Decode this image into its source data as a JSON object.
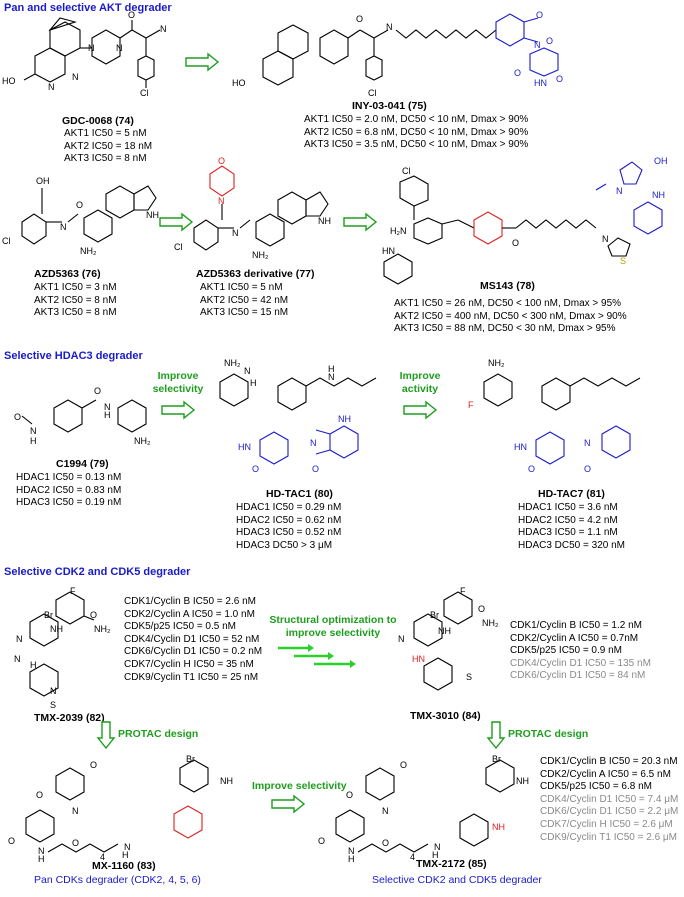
{
  "sections": {
    "akt": "Pan and selective  AKT degrader",
    "hdac3": "Selective  HDAC3 degrader",
    "cdk": "Selective  CDK2 and CDK5 degrader"
  },
  "compounds": {
    "c74": {
      "name": "GDC-0068",
      "num": "74",
      "props": [
        "AKT1 IC50 = 5 nM",
        "AKT2 IC50 = 18 nM",
        "AKT3 IC50 = 8 nM"
      ]
    },
    "c75": {
      "name": "INY-03-041",
      "num": "75",
      "props": [
        "AKT1 IC50 = 2.0 nM, DC50 < 10 nM, Dmax > 90%",
        "AKT2 IC50 = 6.8 nM, DC50 < 10 nM, Dmax > 90%",
        "AKT3 IC50 = 3.5 nM, DC50 < 10 nM, Dmax > 90%"
      ]
    },
    "c76": {
      "name": "AZD5363",
      "num": "76",
      "props": [
        "AKT1 IC50 = 3 nM",
        "AKT2 IC50 = 8 nM",
        "AKT3 IC50 = 8 nM"
      ]
    },
    "c77": {
      "name": "AZD5363 derivative",
      "num": "77",
      "props": [
        "AKT1 IC50 = 5 nM",
        "AKT2 IC50 = 42 nM",
        "AKT3 IC50 = 15 nM"
      ]
    },
    "c78": {
      "name": "MS143",
      "num": "78",
      "props": [
        "AKT1 IC50 = 26 nM, DC50 < 100 nM, Dmax > 95%",
        "AKT2 IC50 = 400 nM, DC50 < 300 nM, Dmax > 90%",
        "AKT3 IC50 = 88 nM, DC50 < 30 nM, Dmax > 95%"
      ]
    },
    "c79": {
      "name": "C1994",
      "num": "79",
      "props": [
        "HDAC1 IC50 = 0.13 nM",
        "HDAC2 IC50 = 0.83 nM",
        "HDAC3 IC50 = 0.19 nM"
      ]
    },
    "c80": {
      "name": "HD-TAC1",
      "num": "80",
      "props": [
        "HDAC1 IC50 = 0.29 nM",
        "HDAC2 IC50 = 0.62 nM",
        "HDAC3 IC50 = 0.52 nM",
        "HDAC3  DC50 > 3 μM"
      ]
    },
    "c81": {
      "name": "HD-TAC7",
      "num": "81",
      "props": [
        "HDAC1 IC50 = 3.6 nM",
        "HDAC2 IC50 = 4.2 nM",
        "HDAC3 IC50 = 1.1 nM",
        "HDAC3 DC50 = 320 nM"
      ]
    },
    "c82": {
      "name": "TMX-2039",
      "num": "82",
      "props": [
        "CDK1/Cyclin B IC50 = 2.6 nM",
        "CDK2/Cyclin A IC50 = 1.0 nM",
        "CDK5/p25 IC50 = 0.5 nM",
        "CDK4/Cyclin D1 IC50 = 52 nM",
        "CDK6/Cyclin D1 IC50 = 0.2 nM",
        "CDK7/Cyclin H IC50 = 35 nM",
        "CDK9/Cyclin T1 IC50 = 25 nM"
      ]
    },
    "c84": {
      "name": "TMX-3010",
      "num": "84",
      "props": [
        "CDK1/Cyclin B IC50 = 1.2 nM",
        "CDK2/Cyclin A IC50 = 0.7nM",
        "CDK5/p25 IC50 = 0.9 nM"
      ],
      "props_gray": [
        "CDK4/Cyclin D1 IC50 = 135 nM",
        "CDK6/Cyclin D1 IC50 = 84 nM"
      ]
    },
    "c83": {
      "name": "MX-1160",
      "num": "83",
      "caption": "Pan CDKs degrader (CDK2, 4, 5, 6)"
    },
    "c85": {
      "name": "TMX-2172",
      "num": "85",
      "caption": "Selective CDK2 and CDK5 degrader",
      "props": [
        "CDK1/Cyclin B IC50 = 20.3 nM",
        "CDK2/Cyclin A IC50 = 6.5 nM",
        "CDK5/p25 IC50 = 6.8 nM"
      ],
      "props_gray": [
        "CDK4/Cyclin D1 IC50 = 7.4 μM",
        "CDK6/Cyclin D1 IC50 = 2.2 μM",
        "CDK7/Cyclin H IC50 = 2.6 μM",
        "CDK9/Cyclin T1 IC50 = 2.6 μM"
      ]
    }
  },
  "arrows": {
    "improve_selectivity": "Improve selectivity",
    "improve_activity": "Improve activity",
    "structural_opt": "Structural optimization to improve selectivity",
    "protac1": "PROTAC design",
    "protac2": "PROTAC design",
    "improve_selectivity2": "Improve selectivity"
  },
  "colors": {
    "section": "#1a1acd",
    "arrow": "#1e9e1e",
    "linker_blue": "#1a1acd",
    "mod_red": "#e02020",
    "inactive_gray": "#8a8a8a"
  }
}
